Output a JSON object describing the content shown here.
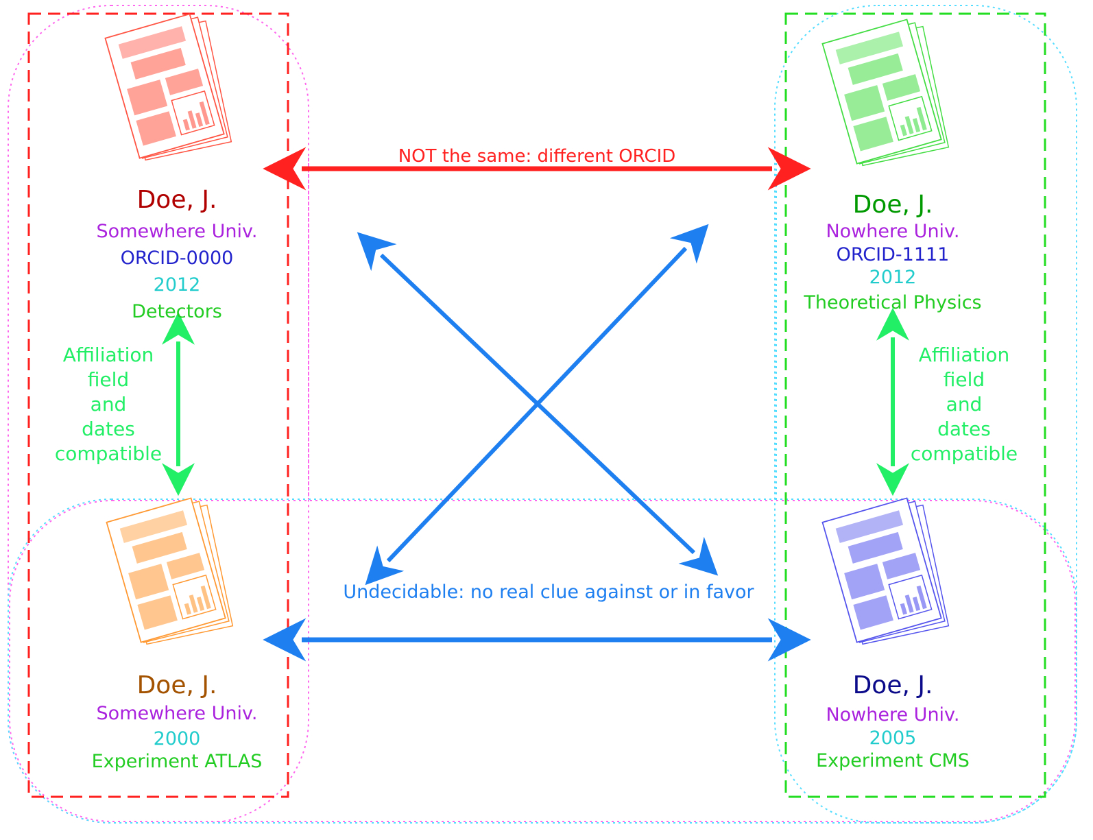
{
  "colors": {
    "red": "#ff2020",
    "green": "#22dd22",
    "blue": "#1e7ff0",
    "light_green": "#22ee66",
    "magenta": "#ff66ee",
    "cyan": "#55ddff",
    "purple": "#aa22dd",
    "dark_blue": "#2222cc",
    "teal": "#22cccc",
    "grass": "#22cc22",
    "dark_red": "#b00000",
    "dark_green": "#009900",
    "brown": "#a35200",
    "navy": "#0a0a8a"
  },
  "records": {
    "top_left": {
      "name": "Doe, J.",
      "affiliation": "Somewhere Univ.",
      "orcid": "ORCID-0000",
      "year": "2012",
      "field": "Detectors",
      "icon": "document-icon",
      "icon_color": "#ff5544"
    },
    "top_right": {
      "name": "Doe, J.",
      "affiliation": "Nowhere Univ.",
      "orcid": "ORCID-1111",
      "year": "2012",
      "field": "Theoretical Physics",
      "icon": "document-icon",
      "icon_color": "#44dd44"
    },
    "bottom_left": {
      "name": "Doe, J.",
      "affiliation": "Somewhere Univ.",
      "year": "2000",
      "field": "Experiment ATLAS",
      "icon": "document-icon",
      "icon_color": "#ff9933"
    },
    "bottom_right": {
      "name": "Doe, J.",
      "affiliation": "Nowhere Univ.",
      "year": "2005",
      "field": "Experiment CMS",
      "icon": "document-icon",
      "icon_color": "#5555ee"
    }
  },
  "labels": {
    "not_same": "NOT the same: different ORCID",
    "undecidable": "Undecidable: no real clue against or in favor",
    "compatible_left": [
      "Affiliation",
      "field",
      "and",
      "dates",
      "compatible"
    ],
    "compatible_right": [
      "Affiliation",
      "field",
      "and",
      "dates",
      "compatible"
    ]
  }
}
